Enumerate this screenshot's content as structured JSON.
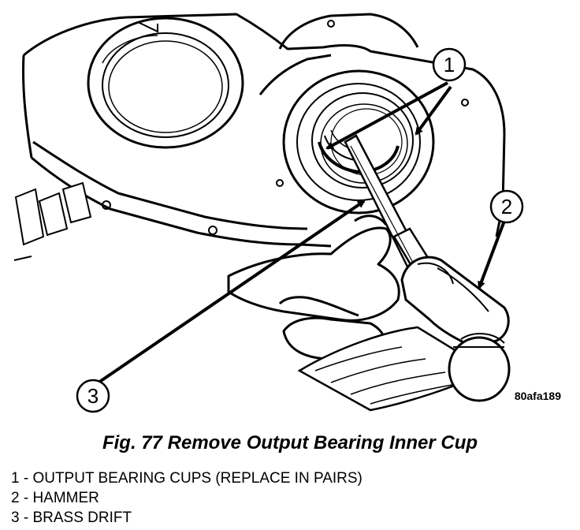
{
  "figure": {
    "code": "80afa189",
    "caption": "Fig. 77 Remove Output Bearing Inner Cup"
  },
  "callouts": [
    {
      "number": "1"
    },
    {
      "number": "2"
    },
    {
      "number": "3"
    }
  ],
  "legend": [
    "1 - OUTPUT BEARING CUPS (REPLACE IN PAIRS)",
    "2 - HAMMER",
    "3 - BRASS DRIFT"
  ]
}
